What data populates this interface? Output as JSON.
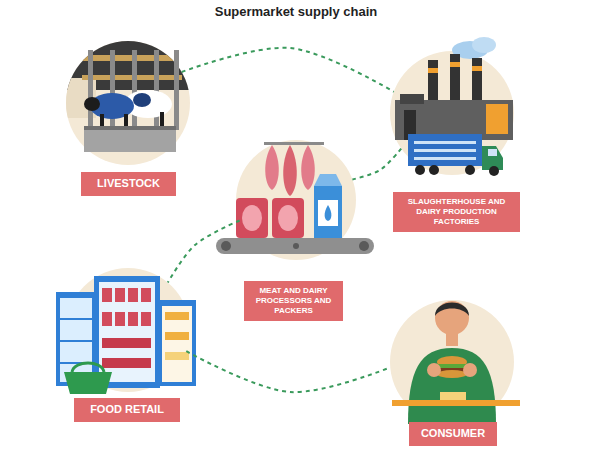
{
  "diagram": {
    "title": "Supermarket supply chain",
    "nodes": [
      {
        "text": [
          "LIVESTOCK"
        ]
      },
      {
        "text": [
          "SLAUGHTERHOUSE AND DAIRY PRODUCTION FACTORIES"
        ]
      },
      {
        "text": [
          "MEAT AND DAIRY PROCESSORS AND PACKERS"
        ]
      },
      {
        "text": [
          "FOOD RETAIL"
        ]
      },
      {
        "text": [
          "CONSUMER"
        ]
      }
    ],
    "edges": [
      {
        "from": 0,
        "to": 1,
        "arrow": "none"
      },
      {
        "from": 1,
        "to": 2,
        "arrow": "none"
      },
      {
        "from": 2,
        "to": 3,
        "arrow": "none"
      },
      {
        "from": 3,
        "to": 4,
        "arrow": "none"
      }
    ]
  }
}
